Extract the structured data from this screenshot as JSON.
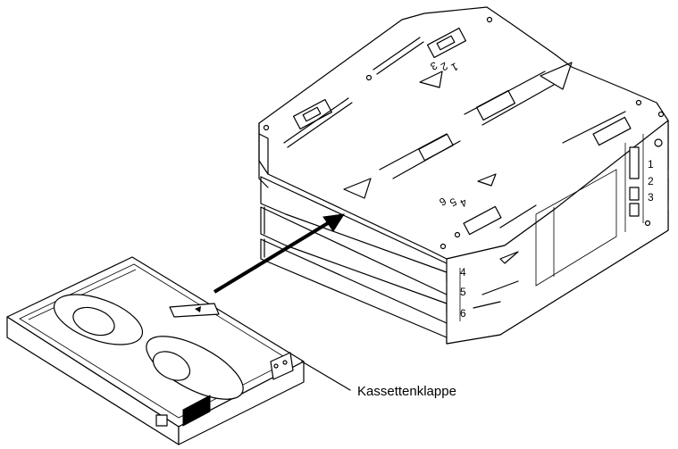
{
  "callout_label": "Kassettenklappe",
  "slot_numbers_right": [
    "1",
    "2",
    "3"
  ],
  "slot_numbers_front": [
    "4",
    "5",
    "6"
  ],
  "slot_numbers_top_back": [
    "1",
    "2",
    "3"
  ],
  "slot_numbers_top_front": [
    "4",
    "5",
    "6"
  ]
}
